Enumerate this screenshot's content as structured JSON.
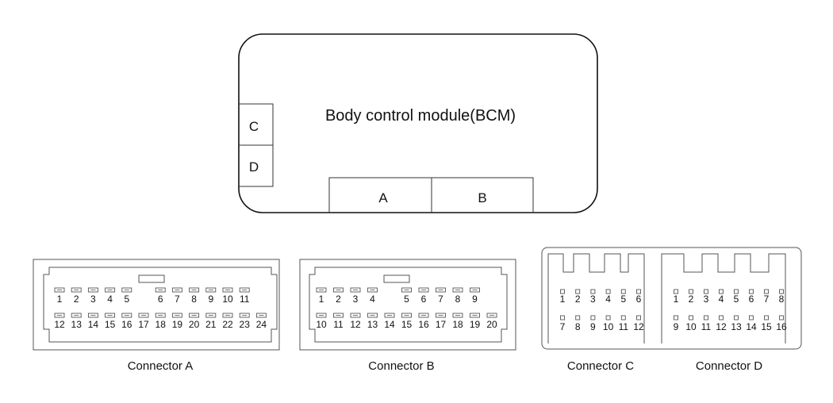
{
  "bcm": {
    "title": "Body control module(BCM)",
    "port_c": "C",
    "port_d": "D",
    "port_a": "A",
    "port_b": "B"
  },
  "connectors": [
    {
      "id": "a",
      "label": "Connector A",
      "rows": [
        [
          "1",
          "2",
          "3",
          "4",
          "5",
          null,
          "6",
          "7",
          "8",
          "9",
          "10",
          "11"
        ],
        [
          "12",
          "13",
          "14",
          "15",
          "16",
          "17",
          "18",
          "19",
          "20",
          "21",
          "22",
          "23",
          "24"
        ]
      ]
    },
    {
      "id": "b",
      "label": "Connector B",
      "rows": [
        [
          "1",
          "2",
          "3",
          "4",
          null,
          "5",
          "6",
          "7",
          "8",
          "9"
        ],
        [
          "10",
          "11",
          "12",
          "13",
          "14",
          "15",
          "16",
          "17",
          "18",
          "19",
          "20"
        ]
      ]
    },
    {
      "id": "c",
      "label": "Connector C",
      "rows": [
        [
          "1",
          "2",
          "3",
          "4",
          "5",
          "6"
        ],
        [
          "7",
          "8",
          "9",
          "10",
          "11",
          "12"
        ]
      ]
    },
    {
      "id": "d",
      "label": "Connector D",
      "rows": [
        [
          "1",
          "2",
          "3",
          "4",
          "5",
          "6",
          "7",
          "8"
        ],
        [
          "9",
          "10",
          "11",
          "12",
          "13",
          "14",
          "15",
          "16"
        ]
      ]
    }
  ]
}
